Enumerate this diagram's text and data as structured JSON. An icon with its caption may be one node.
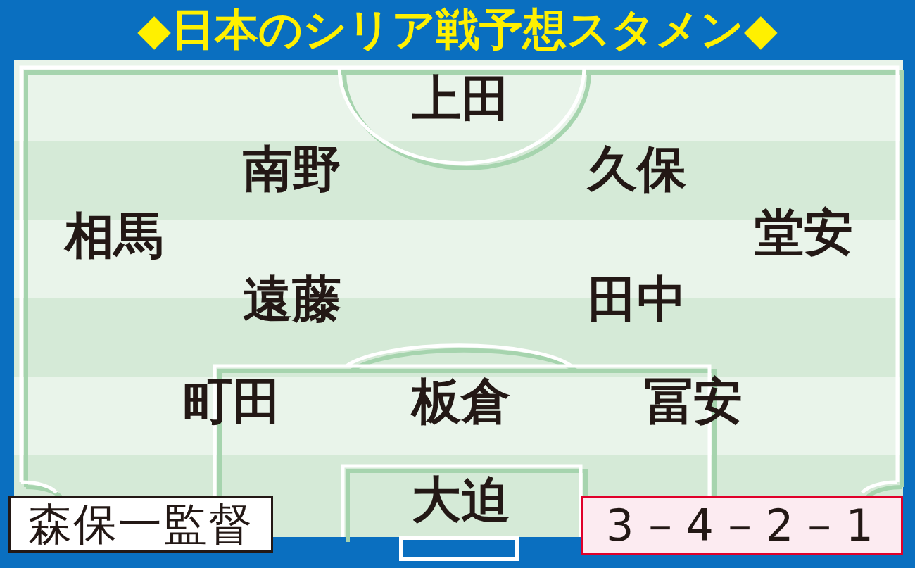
{
  "diagram": {
    "title": "◆日本のシリア戦予想スタメン◆",
    "nodes": [
      {
        "text": [
          "森保一監督"
        ]
      },
      {
        "text": [
          "3－4－2－1"
        ]
      }
    ],
    "labels": [
      "上田",
      "南野",
      "久保",
      "相馬",
      "堂安",
      "遠藤",
      "田中",
      "町田",
      "板倉",
      "冨安",
      "大迫"
    ]
  }
}
